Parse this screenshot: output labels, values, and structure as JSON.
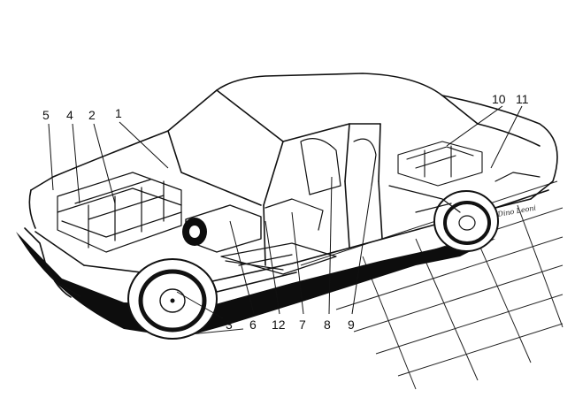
{
  "figure": {
    "signature": "Dino Leoni",
    "callouts": [
      {
        "id": "1",
        "label": "1"
      },
      {
        "id": "2",
        "label": "2"
      },
      {
        "id": "3",
        "label": "3"
      },
      {
        "id": "4",
        "label": "4"
      },
      {
        "id": "5",
        "label": "5"
      },
      {
        "id": "6",
        "label": "6"
      },
      {
        "id": "7",
        "label": "7"
      },
      {
        "id": "8",
        "label": "8"
      },
      {
        "id": "9",
        "label": "9"
      },
      {
        "id": "10",
        "label": "10"
      },
      {
        "id": "11",
        "label": "11"
      },
      {
        "id": "12",
        "label": "12"
      }
    ],
    "colors": {
      "ink": "#111111",
      "paper": "#ffffff"
    }
  }
}
